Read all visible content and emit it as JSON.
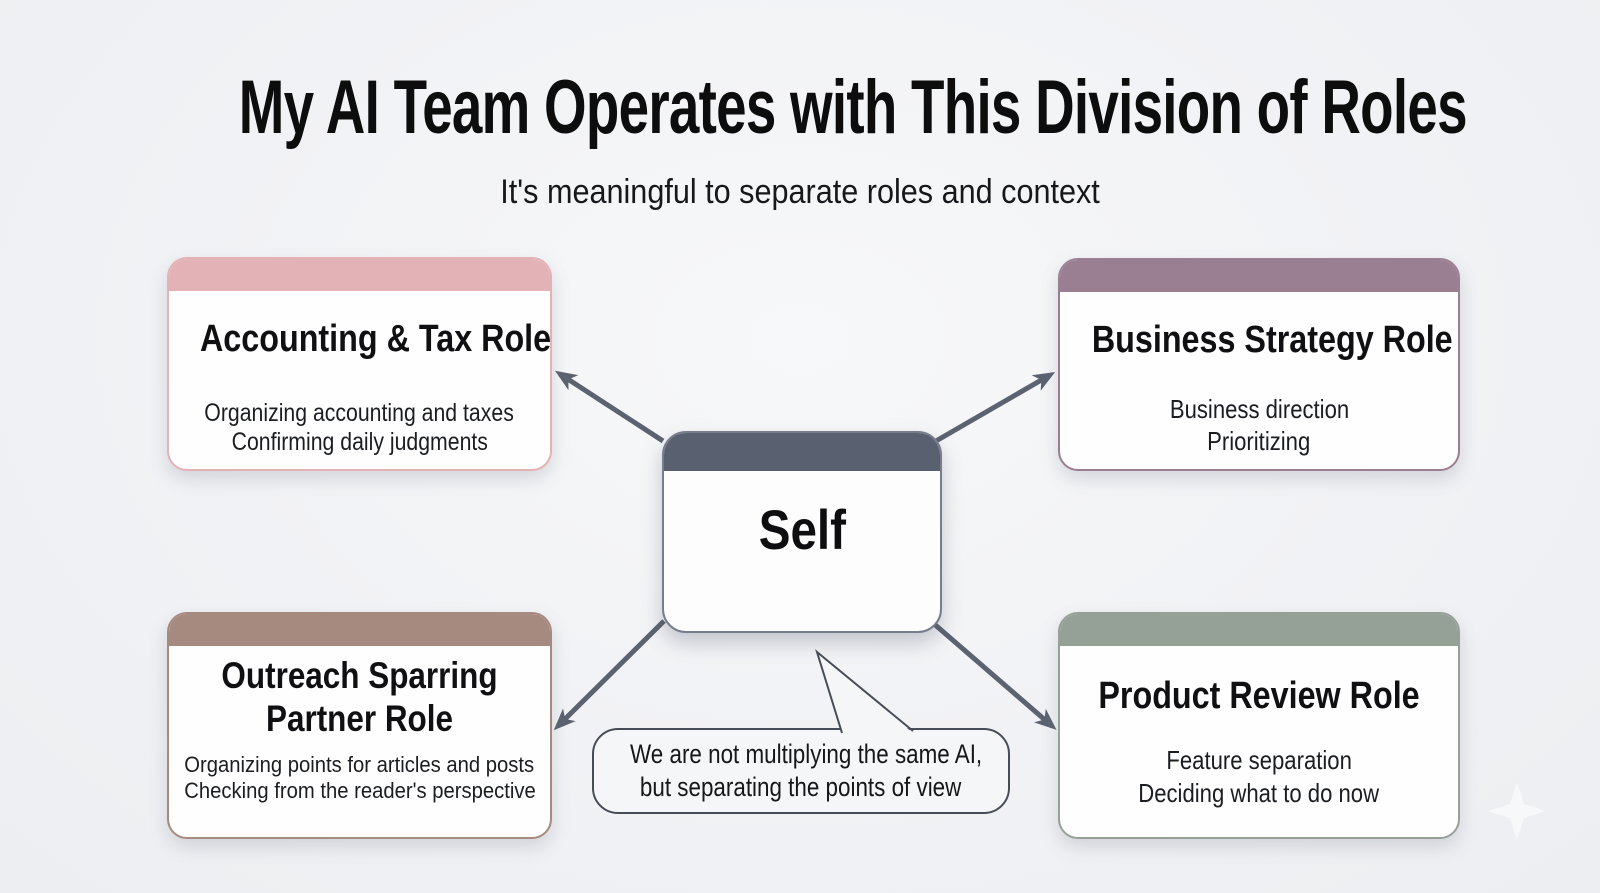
{
  "title": "My AI Team Operates with This Division of Roles",
  "subtitle": "It's meaningful to separate roles and context",
  "center": {
    "label": "Self"
  },
  "roles": [
    {
      "id": "accounting-tax",
      "title": "Accounting & Tax Role",
      "lines": [
        "Organizing accounting and taxes",
        "Confirming daily judgments"
      ],
      "accent": "#e3b2b6"
    },
    {
      "id": "business-strategy",
      "title": "Business Strategy Role",
      "lines": [
        "Business direction",
        "Prioritizing"
      ],
      "accent": "#9a7e92"
    },
    {
      "id": "outreach-sparring-partner",
      "title": "Outreach Sparring Partner Role",
      "lines": [
        "Organizing points for articles and posts",
        "Checking from the reader's perspective"
      ],
      "accent": "#a6897f"
    },
    {
      "id": "product-review",
      "title": "Product Review Role",
      "lines": [
        "Feature separation",
        "Deciding what to do now"
      ],
      "accent": "#95a096"
    }
  ],
  "callout": {
    "lines": [
      "We are not multiplying the same AI,",
      "but separating the points of view"
    ]
  },
  "colors": {
    "arrow": "#5c6370",
    "center_header": "#59606f",
    "bubble_border": "#474d57"
  }
}
